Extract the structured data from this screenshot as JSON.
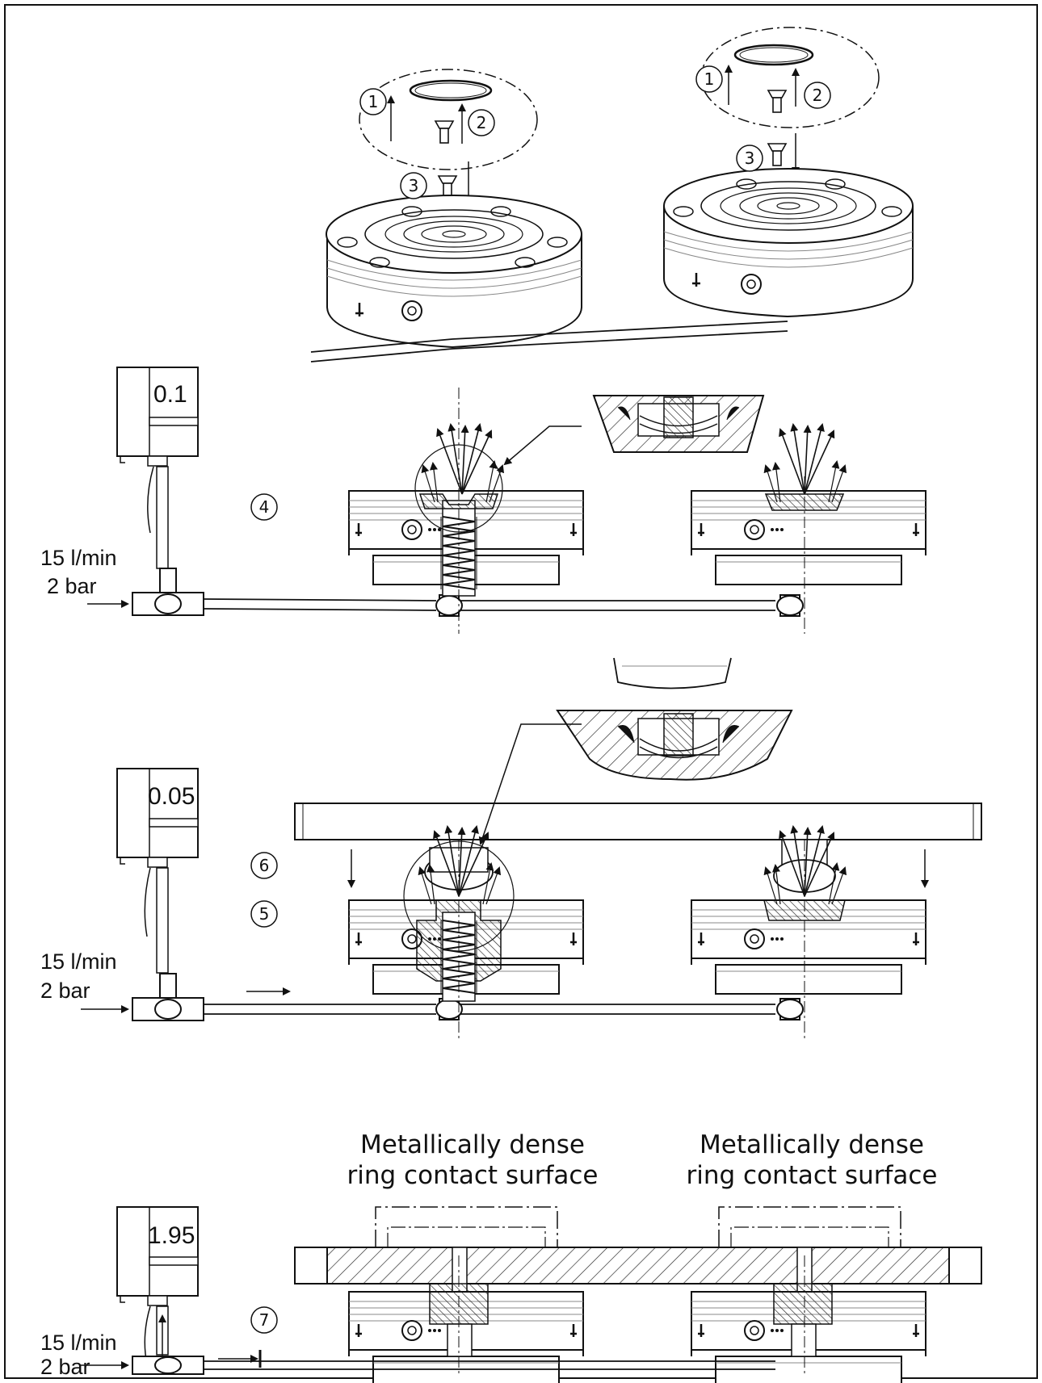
{
  "callouts": {
    "s1": "1",
    "s2": "2",
    "s3": "3",
    "s4": "4",
    "s5": "5",
    "s6": "6",
    "s7": "7"
  },
  "gauges": {
    "g1": "0.1",
    "g2": "0.05",
    "g3": "1.95"
  },
  "supply": {
    "flow": "15 l/min",
    "pressure": "2 bar"
  },
  "note": {
    "line1": "Metallically dense",
    "line2": "ring contact surface"
  }
}
